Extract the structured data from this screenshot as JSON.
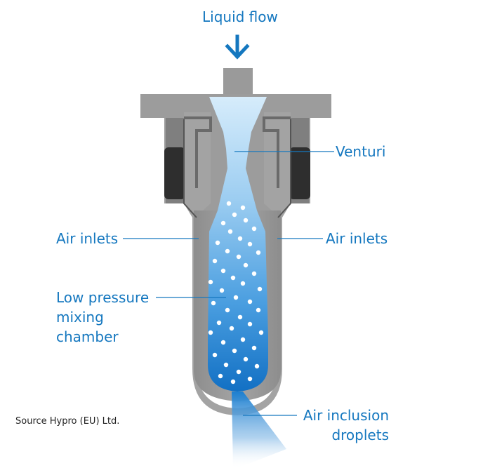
{
  "colors": {
    "label": "#1477bf",
    "leader": "#1477bf",
    "body_light": "#9c9c9c",
    "body_mid": "#8a8a8a",
    "body_dark": "#5d5d5d",
    "seal": "#2b2b2b",
    "liquid_top": "#cfe6f8",
    "liquid_bottom": "#1c7fd0",
    "bubble": "#ffffff",
    "arrow": "#1477bf"
  },
  "labels": {
    "liquid_flow": "Liquid flow",
    "venturi": "Venturi",
    "air_inlets_left": "Air inlets",
    "air_inlets_right": "Air inlets",
    "low_pressure_lines": [
      "Low pressure",
      "mixing",
      "chamber"
    ],
    "air_inclusion_lines": [
      "Air inclusion",
      "droplets"
    ]
  },
  "source_note": "Source Hypro (EU) Ltd.",
  "icons": {
    "flow_arrow": "arrow-down-icon"
  }
}
